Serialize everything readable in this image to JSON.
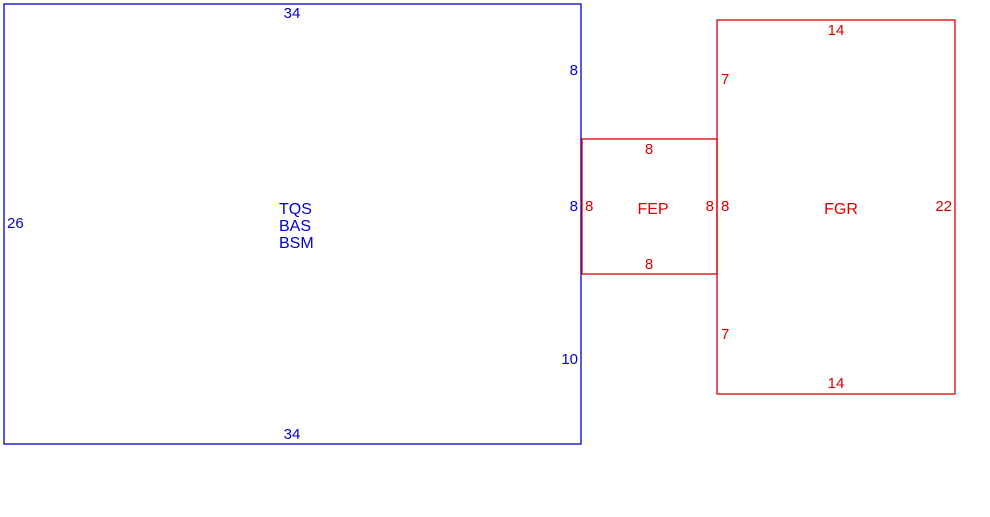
{
  "colors": {
    "room_a": "#0000cc",
    "room_b": "#dd0000"
  },
  "rooms": {
    "main": {
      "names": [
        "TQS",
        "BAS",
        "BSM"
      ],
      "top": "34",
      "bottom": "34",
      "left": "26",
      "right_upper": "8",
      "right_middle": "8",
      "right_lower": "10"
    },
    "fep": {
      "name": "FEP",
      "top": "8",
      "bottom": "8",
      "left": "8",
      "right": "8"
    },
    "fgr": {
      "name": "FGR",
      "top": "14",
      "bottom": "14",
      "left_upper": "7",
      "left_middle": "8",
      "left_lower": "7",
      "right": "22"
    }
  }
}
